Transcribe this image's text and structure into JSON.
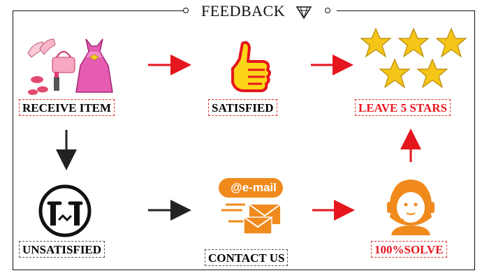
{
  "header": {
    "title": "FEEDBACK"
  },
  "steps": {
    "receive_item": {
      "label": "RECEIVE ITEM",
      "color": "#111111"
    },
    "satisfied": {
      "label": "SATISFIED",
      "color": "#111111"
    },
    "leave_stars": {
      "label": "LEAVE 5 STARS",
      "color": "#e5161d"
    },
    "unsatisfied": {
      "label": "UNSATISFIED",
      "color": "#111111"
    },
    "contact_us": {
      "label": "CONTACT US",
      "color": "#111111"
    },
    "solve": {
      "label": "100%SOLVE",
      "color": "#e5161d"
    }
  },
  "email_badge": {
    "text": "@e-mail"
  },
  "colors": {
    "red_arrow": "#e5161d",
    "dark_arrow": "#222222",
    "orange": "#f08a1c",
    "star": "#f5c518"
  },
  "icons": [
    "clothing-icon",
    "thumbs-up-icon",
    "five-stars-icon",
    "crying-face-icon",
    "email-icon",
    "support-agent-icon"
  ]
}
